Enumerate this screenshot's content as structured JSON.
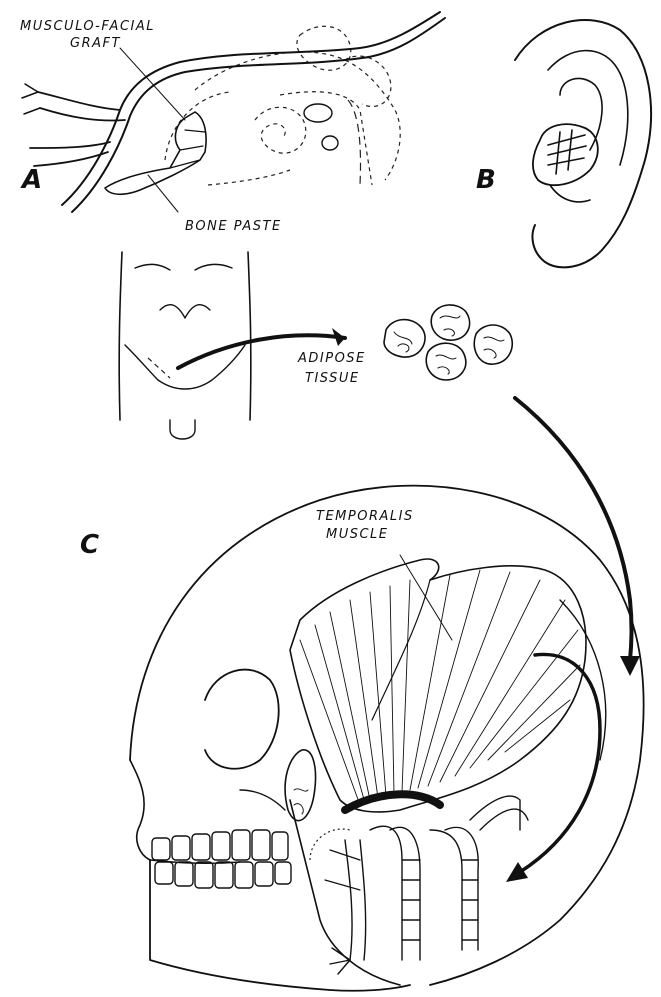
{
  "labels": {
    "musculo_facial_graft_line1": "MUSCULO-FACIAL",
    "musculo_facial_graft_line2": "GRAFT",
    "bone_paste": "BONE PASTE",
    "adipose_line1": "ADIPOSE",
    "adipose_line2": "TISSUE",
    "temporalis_line1": "TEMPORALIS",
    "temporalis_line2": "MUSCLE"
  },
  "panels": {
    "a": "A",
    "b": "B",
    "c": "C"
  },
  "colors": {
    "ink": "#111111",
    "background": "#ffffff"
  }
}
